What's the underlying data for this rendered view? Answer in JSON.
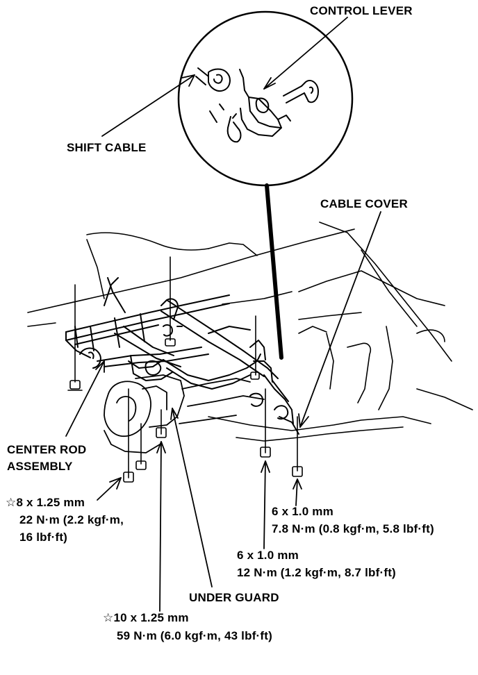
{
  "labels": {
    "control_lever": "CONTROL LEVER",
    "shift_cable": "SHIFT CABLE",
    "cable_cover": "CABLE COVER",
    "center_rod_line1": "CENTER ROD",
    "center_rod_line2": "ASSEMBLY",
    "under_guard": "UNDER GUARD"
  },
  "specs": {
    "bolt_8": {
      "size": "☆8 x 1.25 mm",
      "torque1": "22 N·m (2.2 kgf·m,",
      "torque2": "16 lbf·ft)"
    },
    "bolt_6_upper": {
      "size": "6 x 1.0 mm",
      "torque": "7.8 N·m (0.8 kgf·m, 5.8 lbf·ft)"
    },
    "bolt_6_lower": {
      "size": "6 x 1.0 mm",
      "torque": "12 N·m (1.2 kgf·m, 8.7 lbf·ft)"
    },
    "bolt_10": {
      "size": "☆10 x 1.25 mm",
      "torque": "59 N·m (6.0 kgf·m, 43 lbf·ft)"
    }
  }
}
